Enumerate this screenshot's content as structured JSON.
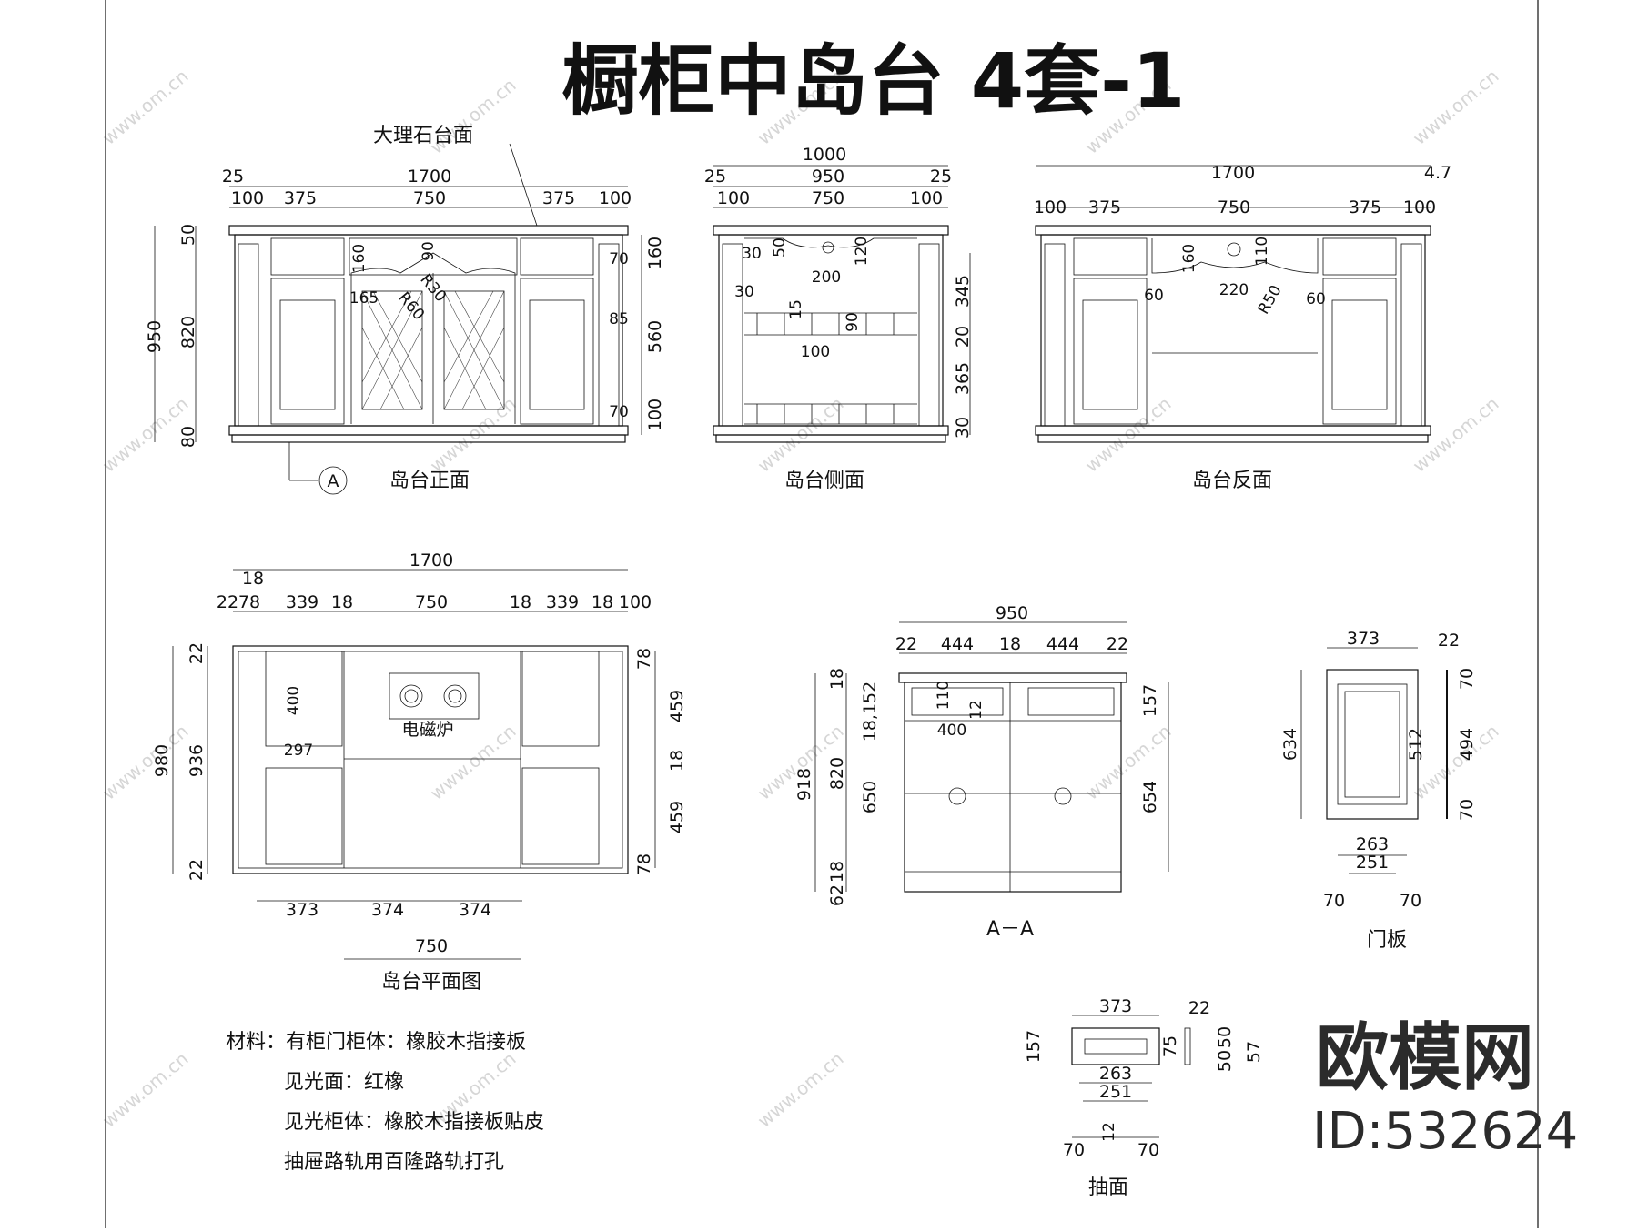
{
  "title": "橱柜中岛台 4套-1",
  "views": {
    "front": {
      "label": "岛台正面",
      "callout": "大理石台面",
      "section_marker": "A",
      "dims_top": [
        "25",
        "1700",
        "100",
        "375",
        "750",
        "375",
        "100"
      ],
      "dims_left": [
        "950",
        "50",
        "820",
        "80"
      ],
      "dims_right": [
        "160",
        "560",
        "100",
        "70",
        "85",
        "70"
      ],
      "inner": [
        "160",
        "90",
        "165",
        "R30",
        "R60"
      ]
    },
    "side": {
      "label": "岛台侧面",
      "dims_top": [
        "1000",
        "25",
        "950",
        "25",
        "100",
        "750",
        "100"
      ],
      "dims_right": [
        "345",
        "20",
        "365",
        "30"
      ],
      "inner": [
        "30",
        "50",
        "120",
        "30",
        "200",
        "15",
        "90",
        "100"
      ]
    },
    "back": {
      "label": "岛台反面",
      "dims_top": [
        "1700",
        "4.7",
        "100",
        "375",
        "750",
        "375",
        "100"
      ],
      "inner": [
        "160",
        "110",
        "60",
        "220",
        "R50",
        "60"
      ]
    },
    "plan": {
      "label": "岛台平面图",
      "appliance": "电磁炉",
      "dims_top": [
        "1700",
        "18",
        "22",
        "78",
        "339",
        "18",
        "750",
        "18",
        "339",
        "18",
        "100"
      ],
      "dims_left": [
        "980",
        "22",
        "936",
        "22"
      ],
      "dims_right": [
        "78",
        "459",
        "18",
        "459",
        "78"
      ],
      "inner": [
        "400",
        "297"
      ],
      "dims_bottom": [
        "373",
        "374",
        "374",
        "750"
      ]
    },
    "section": {
      "label": "A－A",
      "dims_top": [
        "950",
        "22",
        "444",
        "18",
        "444",
        "22"
      ],
      "dims_left": [
        "918",
        "18",
        "18,152",
        "820",
        "650",
        "18",
        "62"
      ],
      "dims_right": [
        "157",
        "654"
      ],
      "inner": [
        "110",
        "12",
        "400"
      ]
    },
    "door": {
      "label": "门板",
      "dims": [
        "373",
        "22",
        "634",
        "512",
        "70",
        "494",
        "70",
        "263",
        "251",
        "70",
        "70"
      ]
    },
    "drawer": {
      "label": "抽面",
      "dims": [
        "373",
        "22",
        "157",
        "75",
        "50",
        "50",
        "57",
        "263",
        "251",
        "12",
        "70",
        "70"
      ]
    }
  },
  "notes": [
    "材料：有柜门柜体：橡胶木指接板",
    "见光面：红橡",
    "见光柜体：橡胶木指接板贴皮",
    "抽屉路轨用百隆路轨打孔"
  ],
  "brand": {
    "name": "欧模网",
    "id": "ID:532624",
    "watermark": "www.om.cn"
  }
}
